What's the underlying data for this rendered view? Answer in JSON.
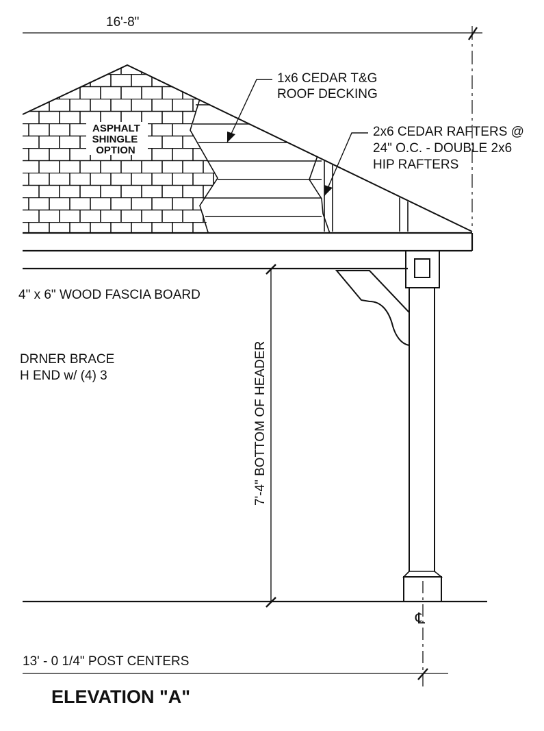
{
  "dimensions": {
    "overall_width": "16'-8\"",
    "header_height": "7'-4\" BOTTOM OF HEADER",
    "post_centers": "13' - 0 1/4\"  POST CENTERS"
  },
  "callouts": {
    "roof_decking": [
      "1x6 CEDAR T&G",
      "ROOF DECKING"
    ],
    "rafters": [
      "2x6 CEDAR RAFTERS @",
      "24\" O.C. - DOUBLE 2x6",
      "HIP RAFTERS"
    ],
    "shingle": [
      "ASPHALT",
      "SHINGLE",
      "OPTION"
    ],
    "fascia": "4\" x 6\" WOOD FASCIA BOARD",
    "corner_brace": [
      "DRNER BRACE",
      "H END w/ (4) 3"
    ]
  },
  "centerline_symbol": "℄",
  "title": "ELEVATION \"A\""
}
